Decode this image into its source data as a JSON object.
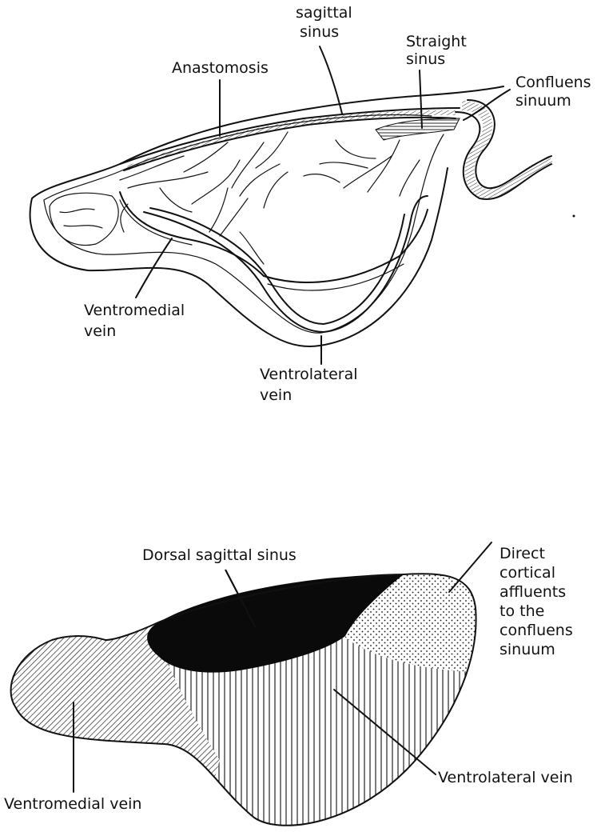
{
  "top_figure": {
    "labels": {
      "sagittal_sinus": [
        "sagittal",
        "sinus"
      ],
      "straight_sinus": [
        "Straight",
        "sinus"
      ],
      "anastomosis": [
        "Anastomosis"
      ],
      "confluens_sinuum": [
        "Confluens",
        "sinuum"
      ],
      "ventromedial_vein": [
        "Ventromedial",
        "vein"
      ],
      "ventrolateral_vein": [
        "Ventrolateral",
        "vein"
      ]
    }
  },
  "bottom_figure": {
    "labels": {
      "dorsal_sagittal_sinus": [
        "Dorsal sagittal sinus"
      ],
      "direct_cortical_affluents": [
        "Direct",
        "cortical",
        "affluents",
        "to the",
        "confluens",
        "sinuum"
      ],
      "ventrolateral_vein": [
        "Ventrolateral vein"
      ],
      "ventromedial_vein": [
        "Ventromedial vein"
      ]
    }
  }
}
